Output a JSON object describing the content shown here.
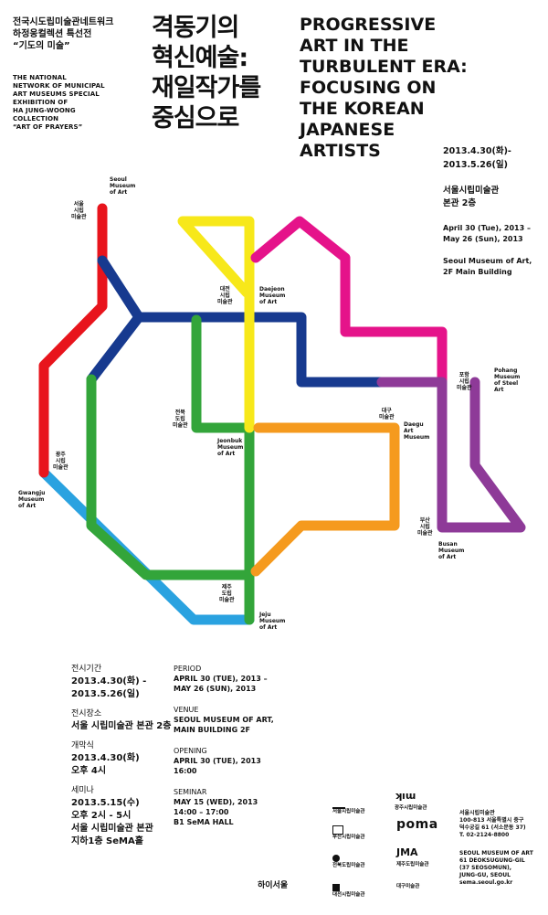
{
  "header": {
    "ko_subtitle": [
      "전국시도립미술관네트워크",
      "하정웅컬렉션 특선전",
      "“기도의 미술”"
    ],
    "en_subtitle": [
      "THE NATIONAL",
      "NETWORK OF MUNICIPAL",
      "ART MUSEUMS SPECIAL",
      "EXHIBITION OF",
      "HA JUNG-WOONG",
      "COLLECTION",
      "“ART OF PRAYERS”"
    ],
    "title_ko": "격동기의\n혁신예술:\n재일작가를\n중심으로",
    "title_en": "PROGRESSIVE\nART IN THE\nTURBULENT ERA:\nFOCUSING ON\nTHE KOREAN\nJAPANESE\nARTISTS"
  },
  "right_info": {
    "date_ko": "2013.4.30(화)-\n2013.5.26(일)",
    "venue_ko": "서울시립미술관\n본관 2층",
    "date_en": "April 30 (Tue), 2013 –\nMay 26 (Sun), 2013",
    "venue_en": "Seoul Museum of Art,\n2F Main Building"
  },
  "map_labels": {
    "seoul_ko": "서울\n시립\n미술관",
    "seoul_en": "Seoul\nMuseum\nof Art",
    "daejeon_ko": "대전\n시립\n미술관",
    "daejeon_en": "Daejeon\nMuseum\nof Art",
    "pohang_ko": "포항\n시립\n미술관",
    "pohang_en": "Pohang\nMuseum\nof Steel\nArt",
    "jeonbuk_ko": "전북\n도립\n미술관",
    "jeonbuk_en": "Jeonbuk\nMuseum\nof Art",
    "daegu_ko": "대구\n미술관",
    "daegu_en": "Daegu\nArt\nMuseum",
    "gwangju_ko": "광주\n시립\n미술관",
    "gwangju_en": "Gwangju\nMuseum\nof Art",
    "busan_ko": "부산\n시립\n미술관",
    "busan_en": "Busan\nMuseum\nof Art",
    "jeju_ko": "제주\n도립\n미술관",
    "jeju_en": "Jeju\nMuseum\nof Art"
  },
  "lines": {
    "red": "#e8141c",
    "navy": "#173a8f",
    "yellow": "#f7e81a",
    "green": "#33a53a",
    "magenta": "#e5138a",
    "purple": "#8e3a98",
    "orange": "#f59a1e",
    "skyblue": "#2aa2e0"
  },
  "details_ko": {
    "period_h": "전시기간",
    "period_v": "2013.4.30(화) -\n2013.5.26(일)",
    "venue_h": "전시장소",
    "venue_v": "서울 시립미술관 본관 2층",
    "opening_h": "개막식",
    "opening_v": "2013.4.30(화)\n오후 4시",
    "seminar_h": "세미나",
    "seminar_v": "2013.5.15(수)\n오후 2시 - 5시\n서울 시립미술관 본관\n지하1층 SeMA홀"
  },
  "details_en": {
    "period_h": "PERIOD",
    "period_v": "APRIL 30 (TUE), 2013 –\nMAY 26 (SUN), 2013",
    "venue_h": "VENUE",
    "venue_v": "SEOUL MUSEUM OF ART,\nMAIN BUILDING 2F",
    "opening_h": "OPENING",
    "opening_v": "APRIL 30 (TUE), 2013\n16:00",
    "seminar_h": "SEMINAR",
    "seminar_v": "MAY 15 (WED), 2013\n14:00 – 17:00\nB1 SeMA HALL"
  },
  "logos": {
    "seoul": "서울시립미술관",
    "busan": "부산시립미술관",
    "jeonbuk": "전북도립미술관",
    "daejeon": "대전시립미술관",
    "gwangju": "광주시립미술관",
    "poma": "poma",
    "jeju": "제주도립미술관",
    "daegu": "대구미술관",
    "hiseoul": "하이서울"
  },
  "address": {
    "ko": "서울시립미술관\n100-813 서울특별시 중구\n덕수궁길 61 (서소문동 37)\nT. 02-2124-8800",
    "en": "SEOUL MUSEUM OF ART\n61 DEOKSUGUNG-GIL\n(37 SEOSOMUN),\nJUNG-GU, SEOUL\nsema.seoul.go.kr"
  }
}
